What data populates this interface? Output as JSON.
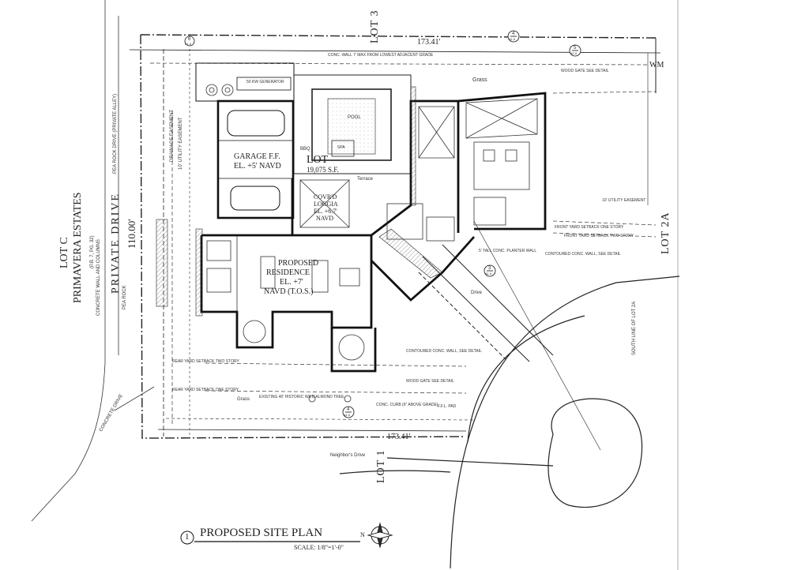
{
  "sheet": {
    "title_number": "1",
    "title": "PROPOSED SITE PLAN",
    "scale": "SCALE: 1/8\"=1'-0\"",
    "north": "N"
  },
  "lots": {
    "lot_c": "LOT C",
    "primavera": "PRIMAVERA ESTATES",
    "primavera_ref": "(P.B. 7, PG. 32)",
    "lot_3": "LOT 3",
    "lot_1": "LOT 1",
    "lot_2a": "LOT 2A",
    "lot_center": "LOT",
    "lot_area": "19,075 S.F."
  },
  "drives": {
    "private_drive": "PRIVATE DRIVE",
    "private_drive_width": "110.00'",
    "drive": "Drive",
    "neighbors_drive": "Neighbor's Drive",
    "private_alley": "PEA ROCK DRIVE (PRIVATE ALLEY)"
  },
  "dimensions": {
    "top": "173.41'",
    "bottom": "173.41'"
  },
  "rooms": {
    "garage": "GARAGE F.F.",
    "garage_el": "EL. +5' NAVD",
    "residence": "PROPOSED",
    "residence2": "RESIDENCE",
    "residence_el": "EL. +7'",
    "residence_el2": "NAVD (T.O.S.)",
    "loggia": "COVR'D",
    "loggia2": "LOGGIA",
    "loggia_el": "EL. +6.7'",
    "loggia_el2": "NAVD",
    "pool": "POOL",
    "spa": "SPA",
    "bbq": "BBQ",
    "terrace": "Terrace",
    "generator": "50 KW GENERATOR",
    "grass_top": "Grass",
    "grass_bottom": "Grass"
  },
  "notes": {
    "conc_wall_top": "CONC. WALL 7' MAX FROM LOWEST ADJACENT GRADE",
    "wood_gate_top": "WOOD GATE SEE DETAIL",
    "wm": "WM",
    "utility_easement": "10' UTILITY EASEMENT",
    "front_yard_one": "FRONT YARD SETBACK ONE STORY",
    "front_yard_two": "FRONT YARD SETBACK TWO STORY",
    "tall_planter": "5' TALL CONC. PLANTER WALL",
    "contoured_wall": "CONTOURED CONC. WALL, SEE DETAIL",
    "contoured_wall2": "CONTOURED CONC. WALL, SEE DETAIL",
    "wood_gate_bottom": "WOOD GATE SEE DETAIL",
    "conc_curb": "CONC. CURB (6\" ABOVE GRADE)",
    "ffl_pad": "F.F.L. PAD",
    "rear_yard_two": "REAR YARD SETBACK TWO STORY",
    "rear_yard_one": "REAR YARD SETBACK ONE STORY",
    "almond_tree": "EXISTING 40' HISTORIC WILD ALMOND TREE",
    "drainage": "DRAINAGE EASEMENT",
    "utility_left": "10' UTILITY EASEMENT",
    "pea_rock": "PEA ROCK",
    "conc_wall_left": "CONCRETE WALL AND COLUMNS",
    "conc_drive": "CONCRETE DRIVE",
    "lot_2a_note": "SOUTH LINE OF LOT 2A"
  },
  "callouts": {
    "c1": "4",
    "c1s": "A1.6",
    "c2": "5",
    "c2s": "A1.6",
    "c3": "6",
    "c3s": "A1.6",
    "c4": "4",
    "c4s": "A1.6",
    "c5": "3",
    "c5s": "A1.6"
  }
}
